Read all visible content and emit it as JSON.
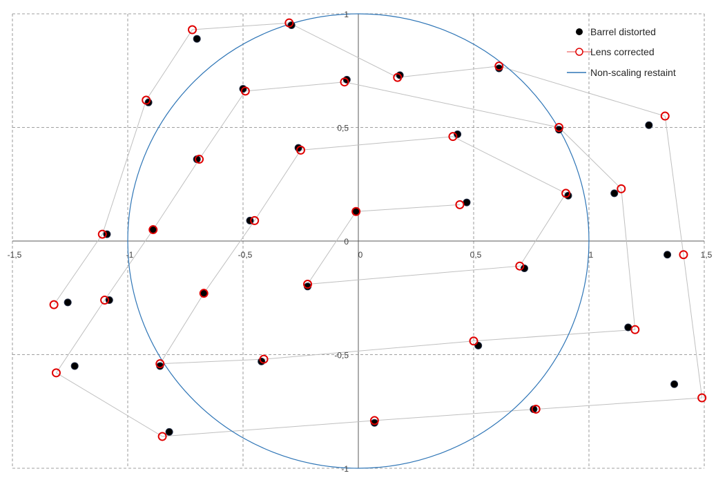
{
  "chart_data": {
    "type": "scatter",
    "xlim": [
      -1.5,
      1.5
    ],
    "ylim": [
      -1,
      1
    ],
    "x_ticks": [
      -1.5,
      -1,
      -0.5,
      0,
      0.5,
      1,
      1.5
    ],
    "y_ticks": [
      1,
      0.5,
      0,
      -0.5,
      -1
    ],
    "x_tick_labels": [
      "-1,5",
      "-1",
      "-0,5",
      "0",
      "0,5",
      "1",
      "1,5"
    ],
    "y_tick_labels": [
      "1",
      "0,5",
      "0",
      "-0,5",
      "-1"
    ],
    "grid": "dashed",
    "legend_position": "top-right",
    "colors": {
      "distorted": "#000000",
      "corrected": "#e00000",
      "circle": "#2e75b6",
      "connector": "#bfbfbf",
      "grid": "#808080"
    },
    "series": [
      {
        "name": "Barrel distorted",
        "marker": "filled-circle",
        "points": [
          [
            -0.29,
            0.95
          ],
          [
            0.18,
            0.73
          ],
          [
            0.61,
            0.76
          ],
          [
            1.26,
            0.51
          ],
          [
            1.34,
            -0.06
          ],
          [
            1.37,
            -0.63
          ],
          [
            -0.7,
            0.89
          ],
          [
            -0.05,
            0.71
          ],
          [
            0.87,
            0.49
          ],
          [
            1.11,
            0.21
          ],
          [
            1.17,
            -0.38
          ],
          [
            0.76,
            -0.74
          ],
          [
            -0.91,
            0.61
          ],
          [
            -0.5,
            0.67
          ],
          [
            0.43,
            0.47
          ],
          [
            0.91,
            0.2
          ],
          [
            0.72,
            -0.12
          ],
          [
            0.52,
            -0.46
          ],
          [
            0.07,
            -0.8
          ],
          [
            -0.7,
            0.36
          ],
          [
            -0.26,
            0.41
          ],
          [
            0.47,
            0.17
          ],
          [
            -0.22,
            -0.2
          ],
          [
            -0.42,
            -0.53
          ],
          [
            -0.82,
            -0.84
          ],
          [
            -1.09,
            0.03
          ],
          [
            -0.89,
            0.05
          ],
          [
            -0.47,
            0.09
          ],
          [
            -0.01,
            0.13
          ],
          [
            -0.67,
            -0.23
          ],
          [
            -0.86,
            -0.55
          ],
          [
            -1.08,
            -0.26
          ],
          [
            -1.26,
            -0.27
          ],
          [
            -1.23,
            -0.55
          ]
        ]
      },
      {
        "name": "Lens corrected",
        "marker": "hollow-circle",
        "points": [
          [
            -0.3,
            0.96
          ],
          [
            0.17,
            0.72
          ],
          [
            0.61,
            0.77
          ],
          [
            1.33,
            0.55
          ],
          [
            1.41,
            -0.06
          ],
          [
            1.49,
            -0.69
          ],
          [
            -0.72,
            0.93
          ],
          [
            -0.06,
            0.7
          ],
          [
            0.87,
            0.5
          ],
          [
            1.14,
            0.23
          ],
          [
            1.2,
            -0.39
          ],
          [
            0.77,
            -0.74
          ],
          [
            -0.92,
            0.62
          ],
          [
            -0.49,
            0.66
          ],
          [
            0.41,
            0.46
          ],
          [
            0.9,
            0.21
          ],
          [
            0.7,
            -0.11
          ],
          [
            0.5,
            -0.44
          ],
          [
            0.07,
            -0.79
          ],
          [
            -0.69,
            0.36
          ],
          [
            -0.25,
            0.4
          ],
          [
            0.44,
            0.16
          ],
          [
            -0.22,
            -0.19
          ],
          [
            -0.41,
            -0.52
          ],
          [
            -0.85,
            -0.86
          ],
          [
            -1.11,
            0.03
          ],
          [
            -0.89,
            0.05
          ],
          [
            -0.45,
            0.09
          ],
          [
            -0.01,
            0.13
          ],
          [
            -0.67,
            -0.23
          ],
          [
            -0.86,
            -0.54
          ],
          [
            -1.1,
            -0.26
          ],
          [
            -1.32,
            -0.28
          ],
          [
            -1.31,
            -0.58
          ]
        ]
      },
      {
        "name": "Non-scaling restaint",
        "marker": "line",
        "shape": "circle",
        "center": [
          0,
          0
        ],
        "radius": 1
      }
    ],
    "connector_paths": [
      [
        [
          -1.32,
          -0.28
        ],
        [
          -1.11,
          0.03
        ],
        [
          -0.92,
          0.62
        ],
        [
          -0.72,
          0.93
        ],
        [
          -0.3,
          0.96
        ],
        [
          0.17,
          0.72
        ],
        [
          0.61,
          0.77
        ],
        [
          1.33,
          0.55
        ],
        [
          1.41,
          -0.06
        ],
        [
          1.49,
          -0.69
        ],
        [
          0.77,
          -0.74
        ],
        [
          0.07,
          -0.79
        ],
        [
          -0.85,
          -0.86
        ],
        [
          -1.31,
          -0.58
        ],
        [
          -1.1,
          -0.26
        ],
        [
          -0.89,
          0.05
        ],
        [
          -0.69,
          0.36
        ],
        [
          -0.49,
          0.66
        ],
        [
          -0.06,
          0.7
        ],
        [
          0.87,
          0.5
        ],
        [
          1.14,
          0.23
        ],
        [
          1.2,
          -0.39
        ],
        [
          0.5,
          -0.44
        ],
        [
          -0.41,
          -0.52
        ],
        [
          -0.86,
          -0.54
        ],
        [
          -0.67,
          -0.23
        ],
        [
          -0.45,
          0.09
        ],
        [
          -0.25,
          0.4
        ],
        [
          0.41,
          0.46
        ],
        [
          0.9,
          0.21
        ],
        [
          0.7,
          -0.11
        ],
        [
          -0.22,
          -0.19
        ],
        [
          -0.01,
          0.13
        ],
        [
          0.44,
          0.16
        ]
      ]
    ]
  }
}
